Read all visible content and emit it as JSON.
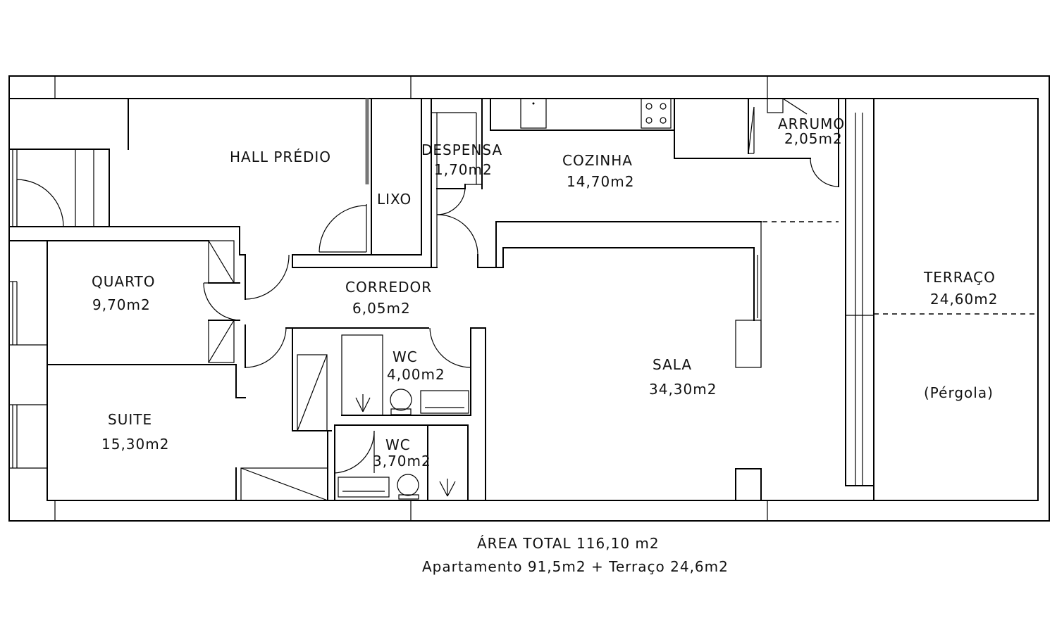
{
  "rooms": {
    "hall": {
      "name": "HALL PRÉDIO"
    },
    "lixo": {
      "name": "LIXO"
    },
    "despensa": {
      "name": "DESPENSA",
      "area": "1,70m2"
    },
    "cozinha": {
      "name": "COZINHA",
      "area": "14,70m2"
    },
    "arrumo": {
      "name": "ARRUMO",
      "area": "2,05m2"
    },
    "quarto": {
      "name": "QUARTO",
      "area": "9,70m2"
    },
    "corredor": {
      "name": "CORREDOR",
      "area": "6,05m2"
    },
    "wc1": {
      "name": "WC",
      "area": "4,00m2"
    },
    "wc2": {
      "name": "WC",
      "area": "3,70m2"
    },
    "suite": {
      "name": "SUITE",
      "area": "15,30m2"
    },
    "sala": {
      "name": "SALA",
      "area": "34,30m2"
    },
    "terraco": {
      "name": "TERRAÇO",
      "area": "24,60m2"
    },
    "pergola": {
      "name": "(Pérgola)"
    }
  },
  "footer": {
    "total": "ÁREA TOTAL  116,10 m2",
    "breakdown": "Apartamento 91,5m2 + Terraço 24,6m2"
  }
}
